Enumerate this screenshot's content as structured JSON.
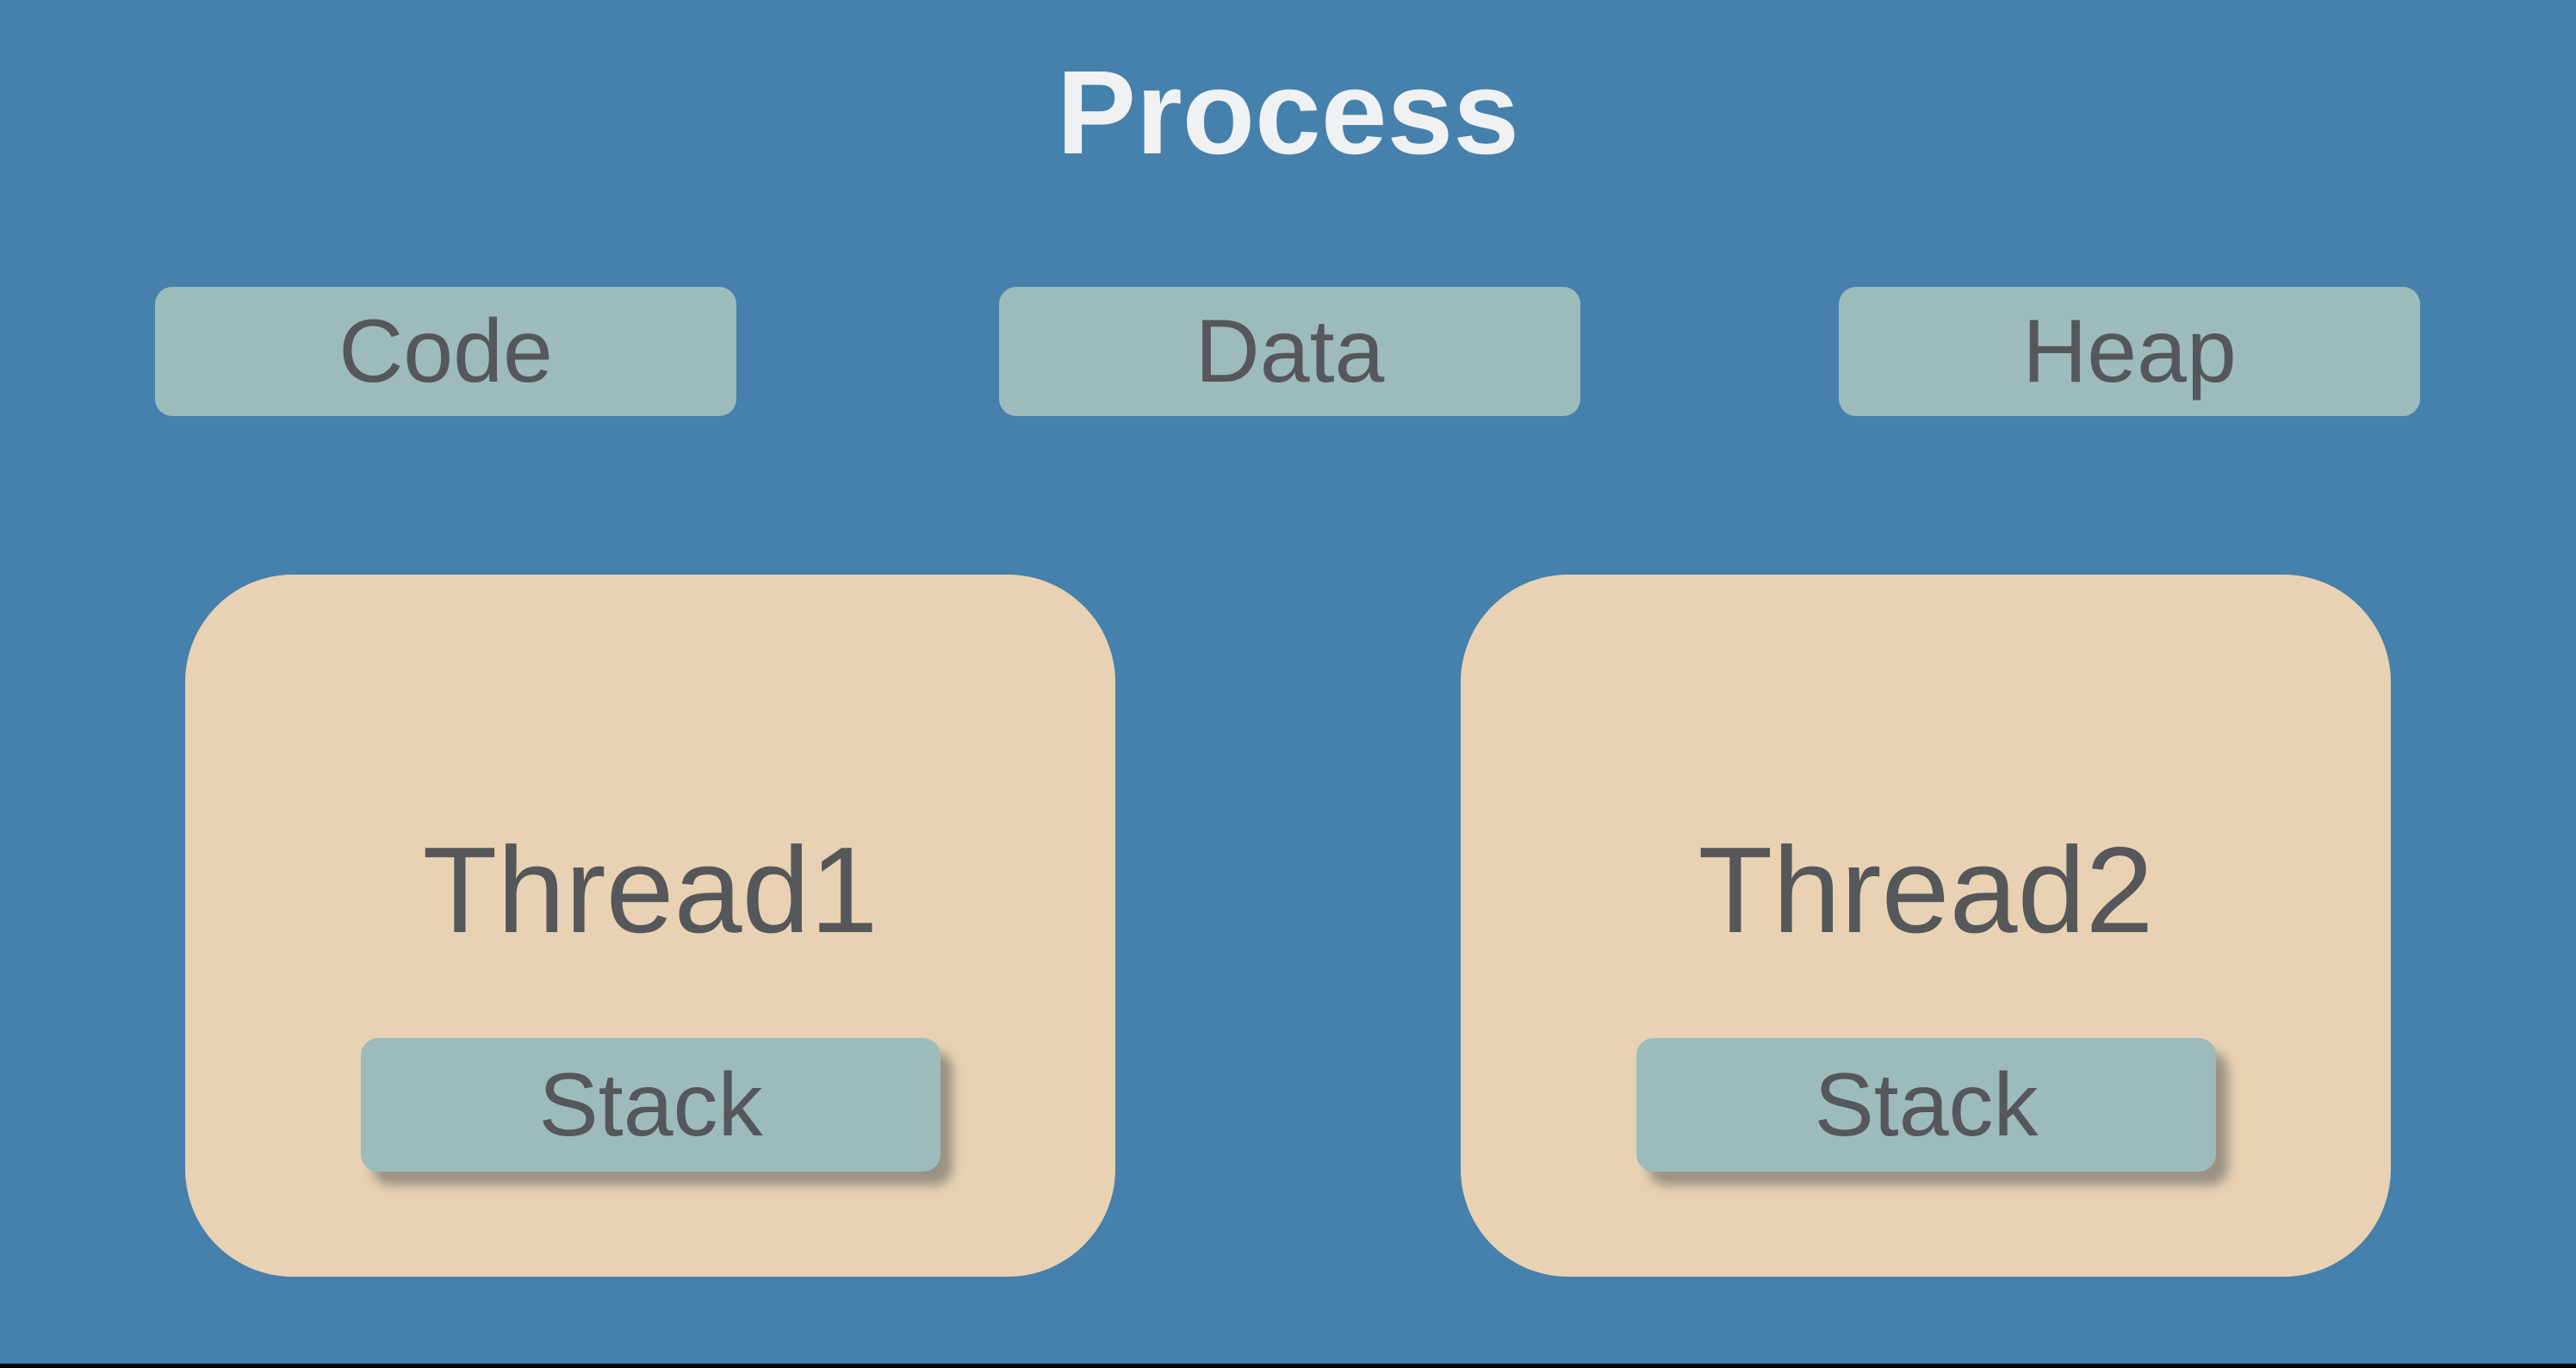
{
  "title": "Process",
  "colors": {
    "background": "#4680ac",
    "segment_fill": "#9dbbbb",
    "thread_fill": "#e9d2b3",
    "label_text": "#55575a",
    "title_text": "#f0f1f2",
    "stack_shadow": "rgba(90,92,95,0.55)",
    "bottom_bar": "#000000"
  },
  "memory_segments": [
    {
      "label": "Code"
    },
    {
      "label": "Data"
    },
    {
      "label": "Heap"
    }
  ],
  "threads": [
    {
      "label": "Thread1",
      "stack_label": "Stack"
    },
    {
      "label": "Thread2",
      "stack_label": "Stack"
    }
  ]
}
